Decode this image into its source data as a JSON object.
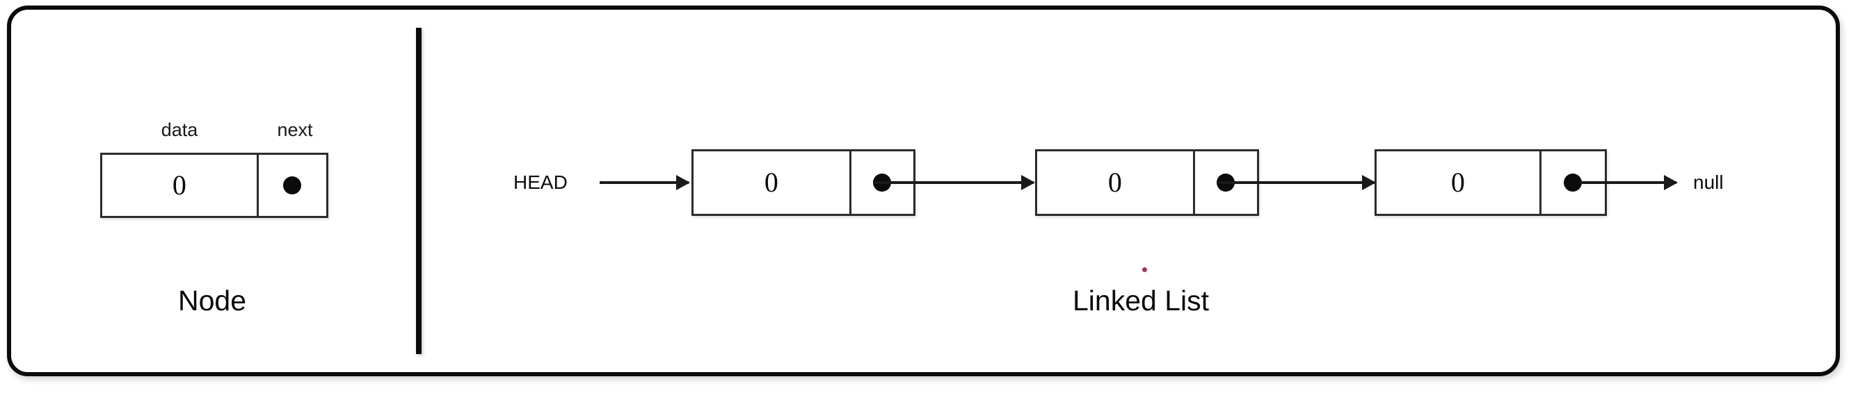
{
  "diagram": {
    "title_left": "Node",
    "title_right": "Linked List",
    "node_panel": {
      "field_labels": {
        "data": "data",
        "next": "next"
      },
      "node": {
        "data_value": "0",
        "next_marker": "pointer-dot"
      }
    },
    "list_panel": {
      "head_label": "HEAD",
      "terminator_label": "null",
      "nodes": [
        {
          "data_value": "0",
          "next_marker": "pointer-dot"
        },
        {
          "data_value": "0",
          "next_marker": "pointer-dot"
        },
        {
          "data_value": "0",
          "next_marker": "pointer-dot"
        }
      ]
    },
    "colors": {
      "frame_stroke": "#0b0b0b",
      "box_stroke": "#2b2b2b",
      "arrow": "#1a1a1a",
      "text": "#0b0b0b",
      "speck": "#8c1633",
      "background": "#ffffff"
    },
    "icons": {
      "pointer_dot": "filled-circle-icon",
      "arrow": "arrow-right-icon",
      "divider": "vertical-divider-icon"
    }
  }
}
